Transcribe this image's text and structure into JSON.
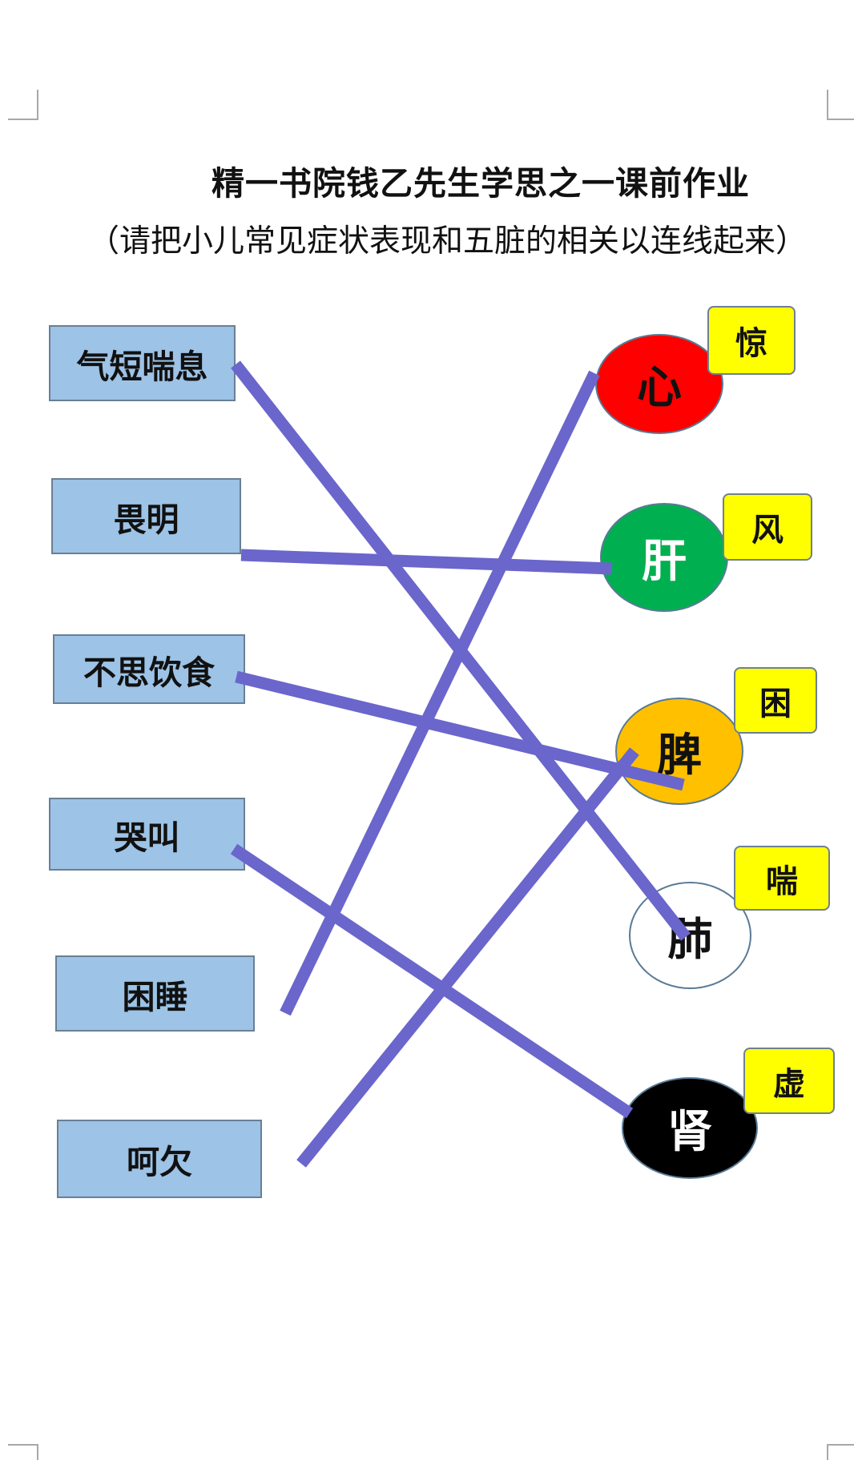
{
  "title": "精一书院钱乙先生学思之一课前作业",
  "subtitle": "（请把小儿常见症状表现和五脏的相关以连线起来）",
  "symptoms": [
    "气短喘息",
    "畏明",
    "不思饮食",
    "哭叫",
    "困睡",
    "呵欠"
  ],
  "organs": [
    {
      "label": "心",
      "tag": "惊",
      "fill": "#ff0000",
      "text_color": "#111111"
    },
    {
      "label": "肝",
      "tag": "风",
      "fill": "#00b050",
      "text_color": "#ffffff"
    },
    {
      "label": "脾",
      "tag": "困",
      "fill": "#ffc000",
      "text_color": "#111111"
    },
    {
      "label": "肺",
      "tag": "喘",
      "fill": "#ffffff",
      "text_color": "#111111"
    },
    {
      "label": "肾",
      "tag": "虚",
      "fill": "#000000",
      "text_color": "#ffffff"
    }
  ],
  "connections": [
    {
      "symptom": "气短喘息",
      "organ": "肺"
    },
    {
      "symptom": "畏明",
      "organ": "肝"
    },
    {
      "symptom": "不思饮食",
      "organ": "脾"
    },
    {
      "symptom": "哭叫",
      "organ": "肾"
    },
    {
      "symptom": "困睡",
      "organ": "心"
    },
    {
      "symptom": "呵欠",
      "organ": "脾"
    }
  ],
  "colors": {
    "symptom_box": "#9dc3e6",
    "tag_box": "#ffff00",
    "connector": "#6a66cc"
  }
}
